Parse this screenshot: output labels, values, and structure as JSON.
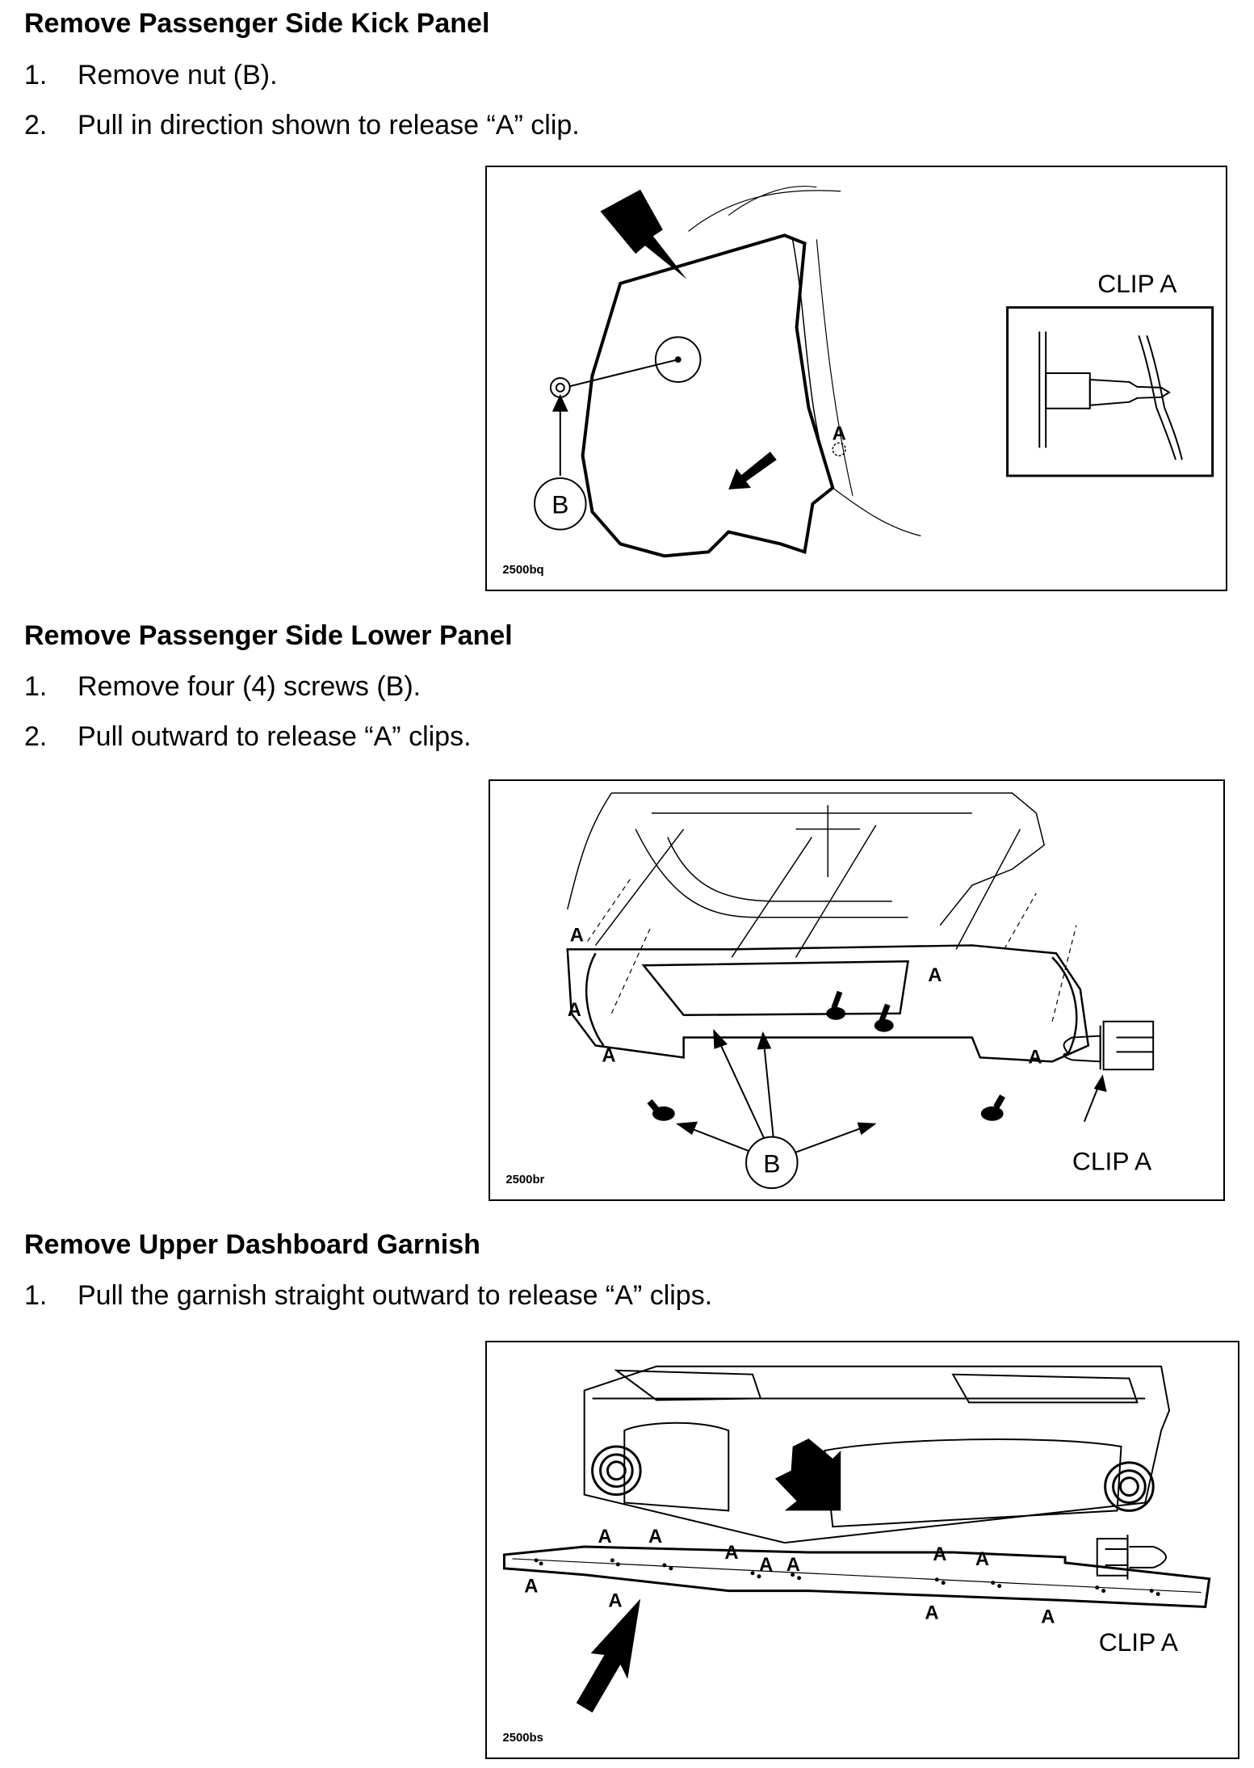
{
  "sections": [
    {
      "heading": "Remove Passenger Side Kick Panel",
      "steps": [
        {
          "num": "1.",
          "text": "Remove nut (B)."
        },
        {
          "num": "2.",
          "text": "Pull in direction shown to release “A” clip."
        }
      ],
      "figure": {
        "id": "2500bq",
        "callout_b": "B",
        "clip_title": "CLIP A",
        "clip_marker": "A"
      }
    },
    {
      "heading": "Remove Passenger Side Lower Panel",
      "steps": [
        {
          "num": "1.",
          "text": "Remove four (4) screws (B)."
        },
        {
          "num": "2.",
          "text": "Pull outward to release “A” clips."
        }
      ],
      "figure": {
        "id": "2500br",
        "callout_b": "B",
        "clip_title": "CLIP A",
        "clip_marker": "A"
      }
    },
    {
      "heading": "Remove Upper Dashboard Garnish",
      "steps": [
        {
          "num": "1.",
          "text": "Pull the garnish straight outward to release “A” clips."
        }
      ],
      "figure": {
        "id": "2500bs",
        "clip_title": "CLIP A",
        "clip_marker": "A"
      }
    }
  ]
}
